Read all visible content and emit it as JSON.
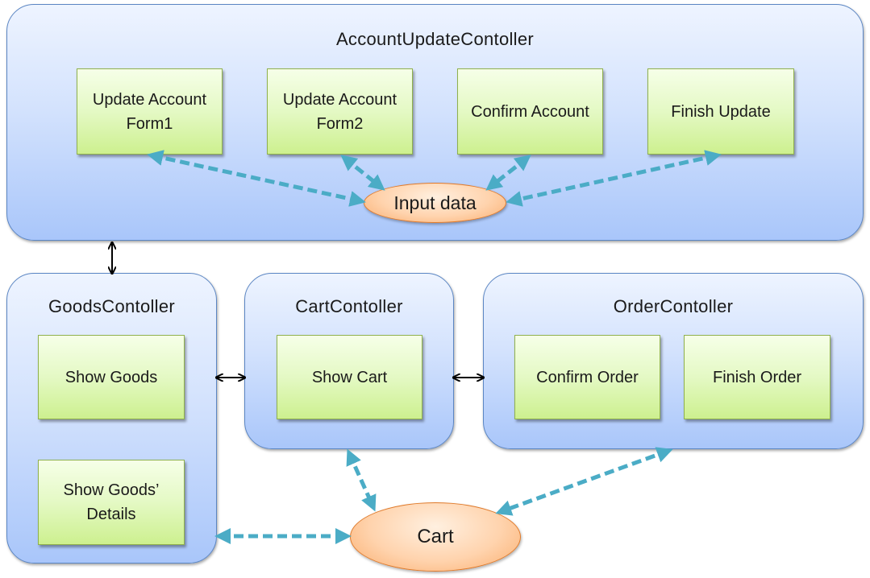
{
  "account_controller": {
    "title": "AccountUpdateContoller",
    "boxes": [
      "Update Account\nForm1",
      "Update Account\nForm2",
      "Confirm Account",
      "Finish Update"
    ],
    "data_store": "Input data"
  },
  "goods_controller": {
    "title": "GoodsContoller",
    "boxes": [
      "Show Goods",
      "Show Goods’\nDetails"
    ]
  },
  "cart_controller": {
    "title": "CartContoller",
    "boxes": [
      "Show Cart"
    ]
  },
  "order_controller": {
    "title": "OrderContoller",
    "boxes": [
      "Confirm Order",
      "Finish Order"
    ]
  },
  "cart_store": {
    "label": "Cart"
  },
  "colors": {
    "controller_border": "#5b86c4",
    "screen_fill": "#e4f9c4",
    "data_fill": "#ffd3ad",
    "data_arrow": "#4bacc6",
    "controller_arrow": "#000000"
  }
}
